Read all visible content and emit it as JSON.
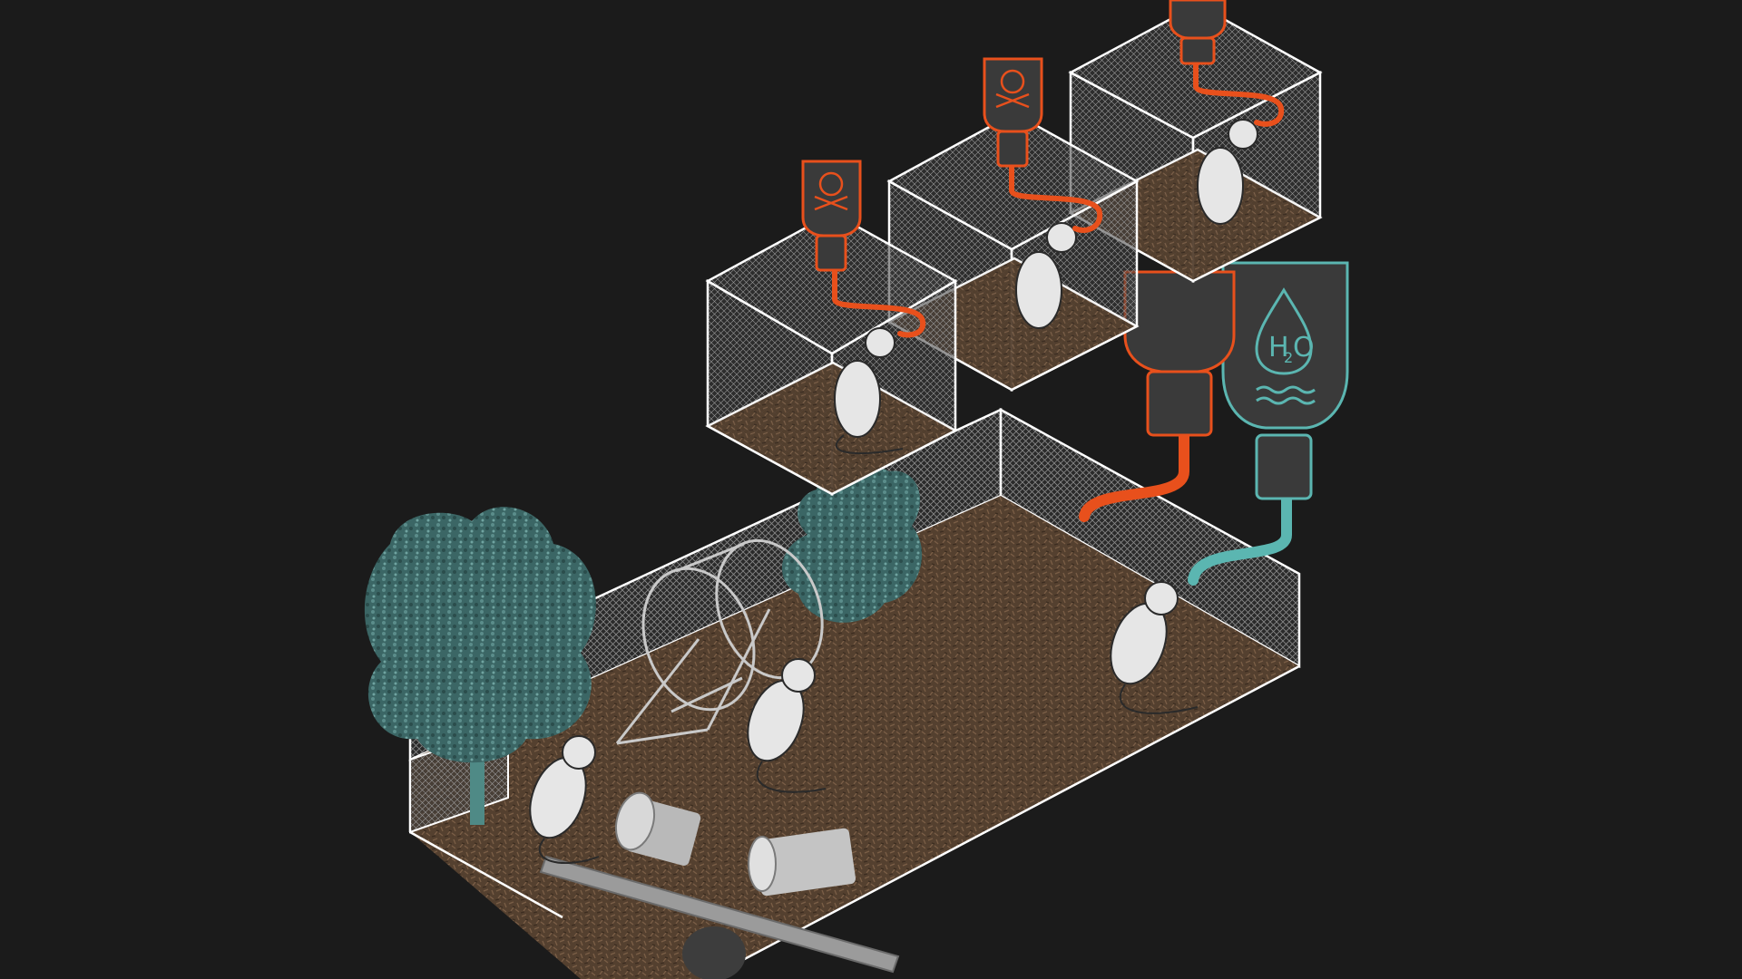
{
  "scene": {
    "water_bottle_label_main": "H",
    "water_bottle_label_sub": "2",
    "water_bottle_label_end": "O"
  },
  "colors": {
    "background": "#1b1b1b",
    "poison_orange": "#e8501c",
    "water_teal": "#5bb6b1",
    "mulch": "#5a4535",
    "tree": "#3f6b6a",
    "cage_line": "#ffffff"
  },
  "icons": [
    "skull-crossbones-icon",
    "water-drop-icon",
    "wave-icon"
  ]
}
